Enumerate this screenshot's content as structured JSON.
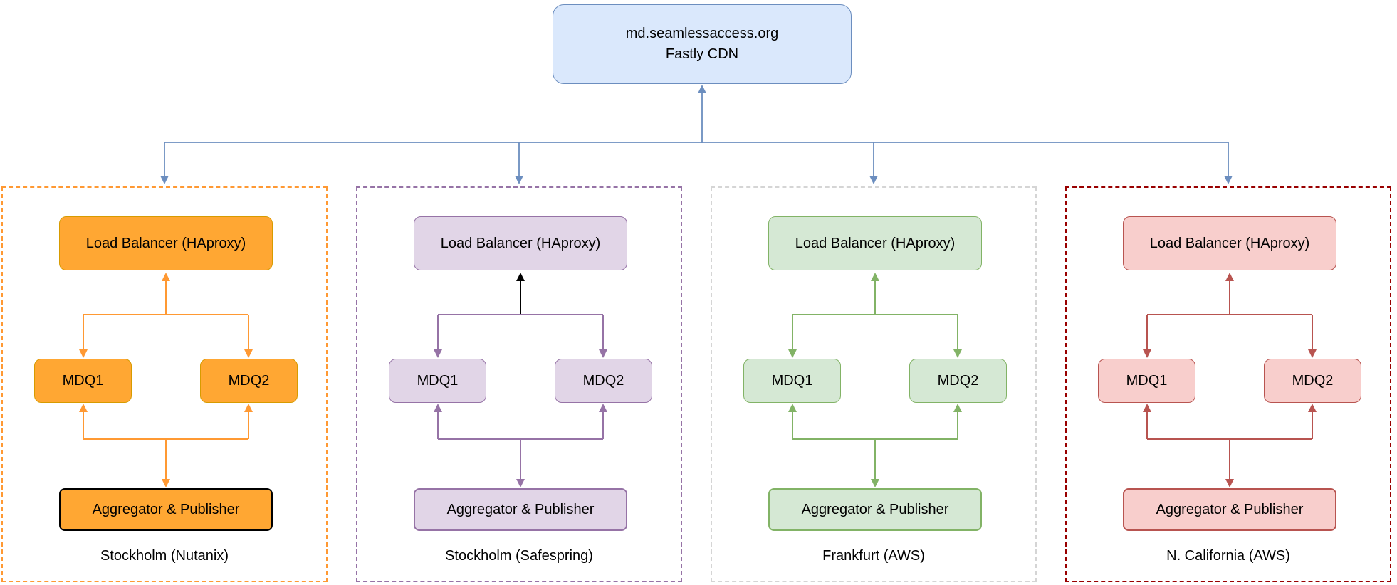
{
  "palette": {
    "trunk": "#6c8ebf",
    "cdn_fill": "#dae8fc",
    "cdn_border": "#6c8ebf"
  },
  "cdn": {
    "line1": "md.seamlessaccess.org",
    "line2": "Fastly CDN"
  },
  "regions": [
    {
      "label": "Stockholm (Nutanix)",
      "lb_label": "Load Balancer (HAproxy)",
      "mdq1_label": "MDQ1",
      "mdq2_label": "MDQ2",
      "agg_label": "Aggregator & Publisher",
      "colors": {
        "fill": "#ffa733",
        "border": "#d79b00",
        "arrow": "#ff9933",
        "lb_arrow": "#ff9933",
        "agg_border": "#000000",
        "region_border": "#ff9933"
      }
    },
    {
      "label": "Stockholm (Safespring)",
      "lb_label": "Load Balancer (HAproxy)",
      "mdq1_label": "MDQ1",
      "mdq2_label": "MDQ2",
      "agg_label": "Aggregator & Publisher",
      "colors": {
        "fill": "#e1d5e7",
        "border": "#9673a6",
        "arrow": "#9673a6",
        "lb_arrow": "#000000",
        "agg_border": "#9673a6",
        "region_border": "#9673a6"
      }
    },
    {
      "label": "Frankfurt (AWS)",
      "lb_label": "Load Balancer (HAproxy)",
      "mdq1_label": "MDQ1",
      "mdq2_label": "MDQ2",
      "agg_label": "Aggregator & Publisher",
      "colors": {
        "fill": "#d5e8d4",
        "border": "#82b366",
        "arrow": "#82b366",
        "lb_arrow": "#82b366",
        "agg_border": "#82b366",
        "region_border": "#d5d5d5"
      }
    },
    {
      "label": "N. California (AWS)",
      "lb_label": "Load Balancer (HAproxy)",
      "mdq1_label": "MDQ1",
      "mdq2_label": "MDQ2",
      "agg_label": "Aggregator & Publisher",
      "colors": {
        "fill": "#f8cecc",
        "border": "#b85450",
        "arrow": "#b85450",
        "lb_arrow": "#b85450",
        "agg_border": "#b85450",
        "region_border": "#990000"
      }
    }
  ]
}
